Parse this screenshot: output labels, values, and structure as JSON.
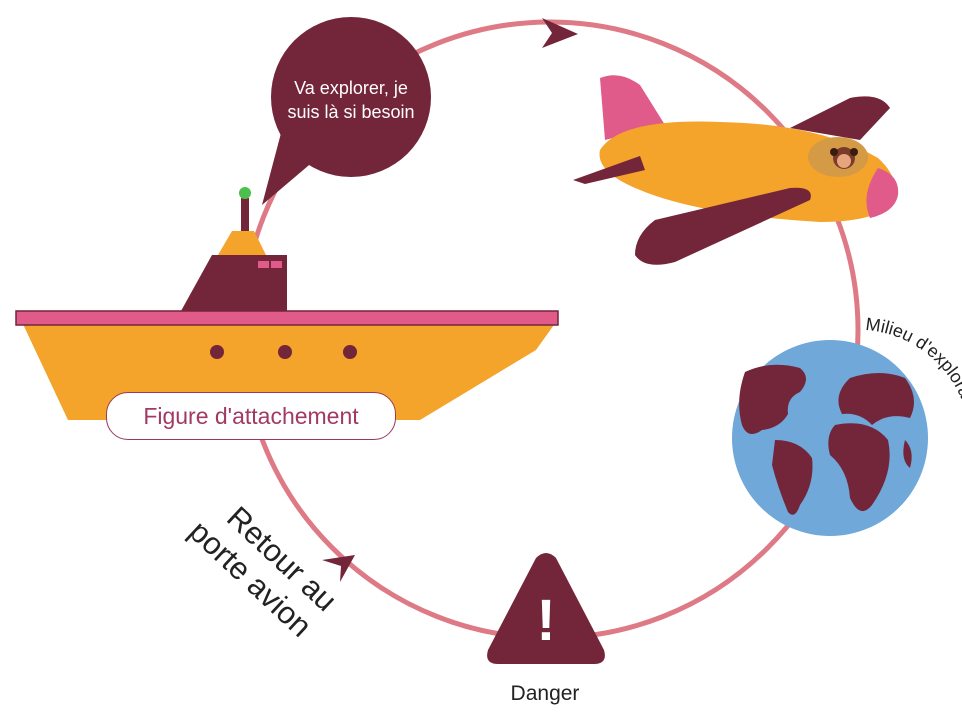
{
  "bubble": {
    "text": "Va explorer, je suis là si besoin"
  },
  "ship": {
    "label": "Figure d'attachement"
  },
  "globe": {
    "label": "Milieu d'exploration"
  },
  "danger": {
    "label": "Danger",
    "symbol": "!"
  },
  "return": {
    "line1": "Retour au",
    "line2": "porte avion"
  },
  "icons": [
    "aircraft-carrier-icon",
    "airplane-icon",
    "pilot-avatar",
    "globe-icon",
    "warning-triangle-icon",
    "speech-bubble"
  ],
  "colors": {
    "cycle": "#de7a86",
    "maroon": "#73253a",
    "orange": "#f4a32b",
    "pink": "#e05a8a",
    "ocean": "#6fa8d9",
    "signal": "#4cc04c"
  }
}
